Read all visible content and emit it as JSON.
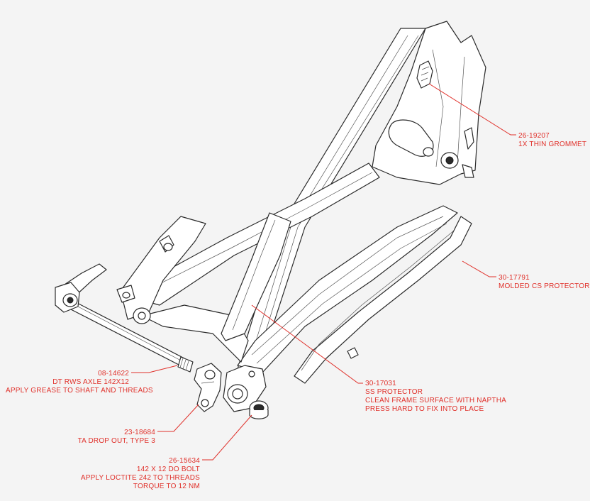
{
  "callouts": [
    {
      "id": "grommet",
      "part_no": "26-19207",
      "lines": [
        "1X THIN GROMMET"
      ]
    },
    {
      "id": "cs_protector",
      "part_no": "30-17791",
      "lines": [
        "MOLDED CS PROTECTOR"
      ]
    },
    {
      "id": "ss_protector",
      "part_no": "30-17031",
      "lines": [
        "SS PROTECTOR",
        "CLEAN FRAME SURFACE WITH NAPTHA",
        "PRESS HARD TO FIX INTO PLACE"
      ]
    },
    {
      "id": "axle",
      "part_no": "08-14622",
      "lines": [
        "DT RWS AXLE 142X12",
        "APPLY GREASE TO SHAFT AND THREADS"
      ]
    },
    {
      "id": "dropout",
      "part_no": "23-18684",
      "lines": [
        "TA DROP OUT, TYPE 3"
      ]
    },
    {
      "id": "bolt",
      "part_no": "26-15634",
      "lines": [
        "142 X 12 DO BOLT",
        "APPLY LOCTITE 242 TO THREADS",
        "TORQUE TO 12 NM"
      ]
    }
  ],
  "colors": {
    "annotation": "#e0302a",
    "line_art": "#2a2a2a",
    "background": "#f4f4f4"
  }
}
